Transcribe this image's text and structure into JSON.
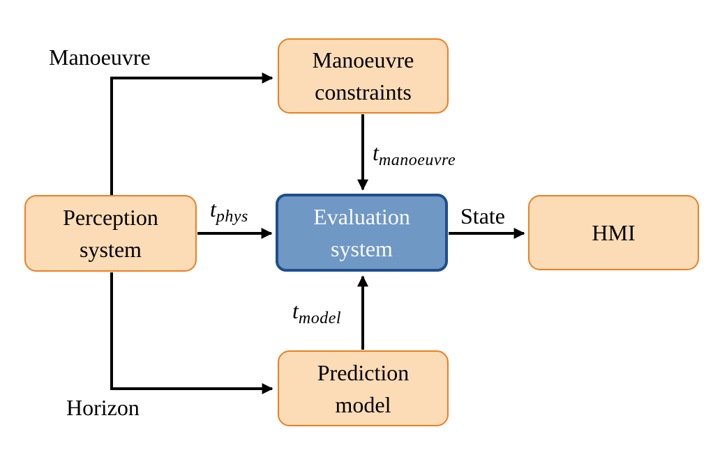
{
  "diagram": {
    "type": "block-flow-diagram",
    "boxes": {
      "manoeuvre_constraints": {
        "line1": "Manoeuvre",
        "line2": "constraints"
      },
      "perception": {
        "line1": "Perception",
        "line2": "system"
      },
      "evaluation": {
        "line1": "Evaluation",
        "line2": "system"
      },
      "prediction": {
        "line1": "Prediction",
        "line2": "model"
      },
      "hmi": {
        "line1": "HMI"
      }
    },
    "edge_labels": {
      "manoeuvre": "Manoeuvre",
      "horizon": "Horizon",
      "state": "State",
      "t_phys": {
        "base": "t",
        "sub": "phys"
      },
      "t_manoeuvre": {
        "base": "t",
        "sub": "manoeuvre"
      },
      "t_model": {
        "base": "t",
        "sub": "model"
      }
    },
    "edges": [
      {
        "from": "perception",
        "to": "manoeuvre_constraints",
        "label": "Manoeuvre"
      },
      {
        "from": "manoeuvre_constraints",
        "to": "evaluation",
        "label": "t_manoeuvre"
      },
      {
        "from": "perception",
        "to": "evaluation",
        "label": "t_phys"
      },
      {
        "from": "perception",
        "to": "prediction",
        "label": "Horizon"
      },
      {
        "from": "prediction",
        "to": "evaluation",
        "label": "t_model"
      },
      {
        "from": "evaluation",
        "to": "hmi",
        "label": "State"
      }
    ],
    "colors": {
      "background": "#ffffff",
      "box_fill_orange": "#fcdcb6",
      "box_border_orange": "#ee7e20",
      "box_fill_blue": "#6f98c5",
      "box_border_blue": "#1f4e8f",
      "box_text_dark": "#000000",
      "box_text_light": "#fafafa",
      "arrow": "#000000",
      "label_text": "#000000"
    }
  }
}
